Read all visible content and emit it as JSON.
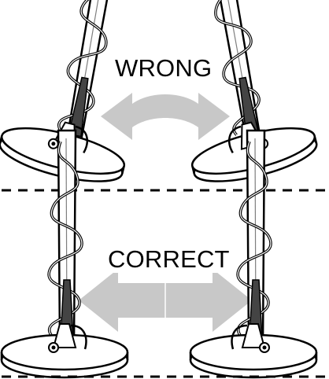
{
  "figure": {
    "top_panel": {
      "label": "WRONG"
    },
    "bottom_panel": {
      "label": "CORRECT"
    }
  },
  "colors": {
    "ink": "#000000",
    "arrow_fill": "#c8c8c8",
    "background": "#ffffff"
  },
  "icons": [
    "metal-detector-tilted-left",
    "metal-detector-tilted-right",
    "metal-detector-level"
  ]
}
